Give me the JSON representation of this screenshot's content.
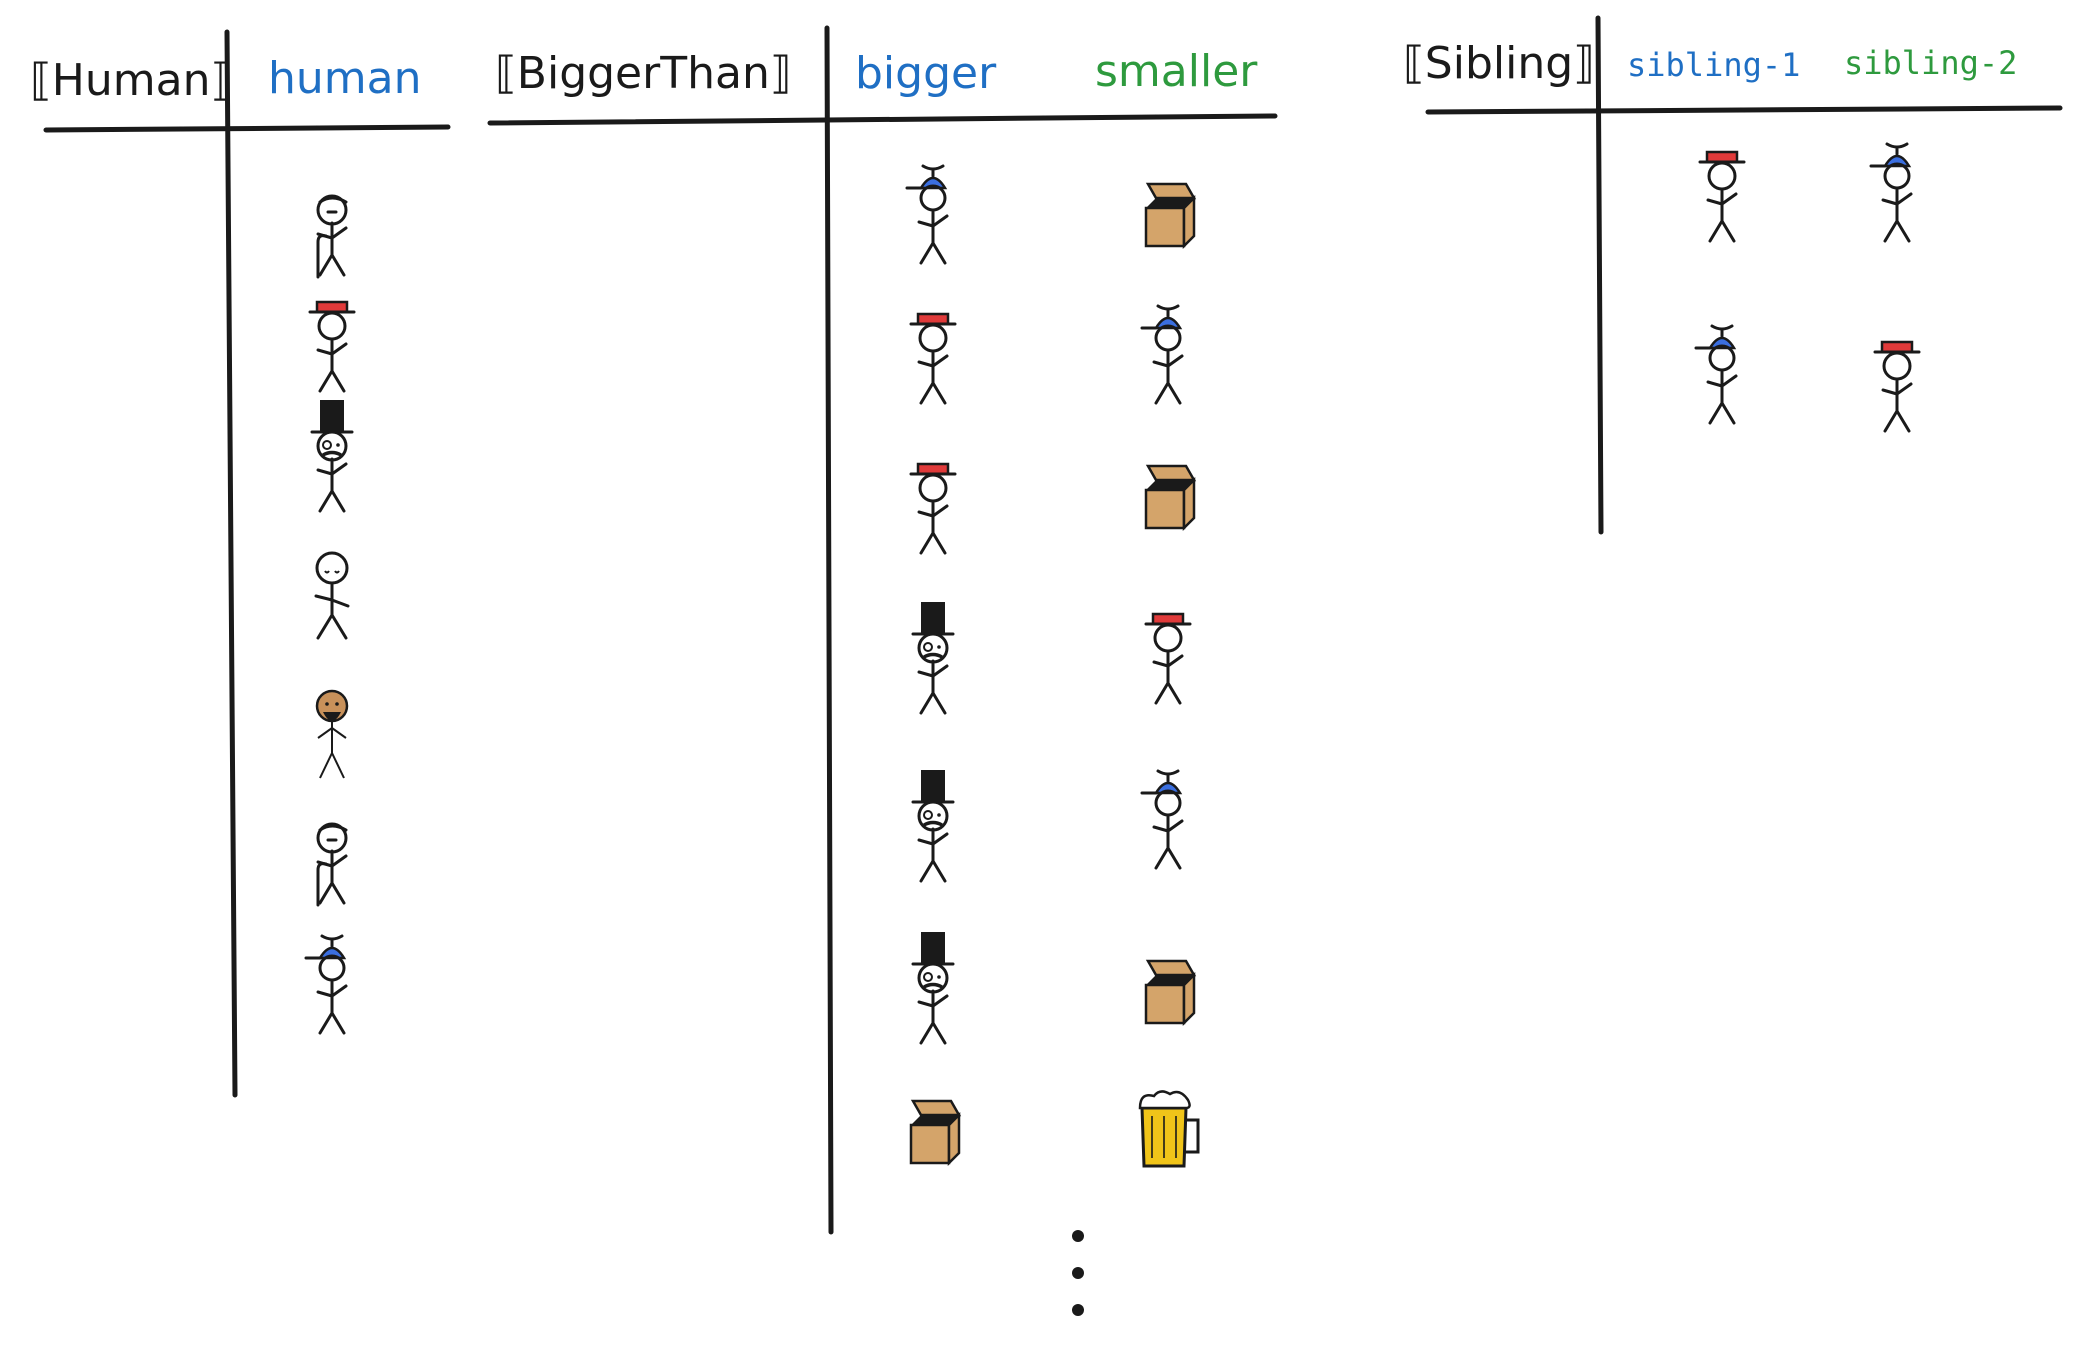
{
  "colors": {
    "ink": "#1a1a1a",
    "blue": "#1f6fc4",
    "green": "#2e9a3e",
    "hat_red": "#e03a3a",
    "cap_blue": "#3b6fe0",
    "box_tan": "#d4a46a",
    "skin_tan": "#c8915a",
    "beer_yellow": "#f0c419"
  },
  "tables": {
    "human": {
      "relation": "⟦Human⟧",
      "columns": [
        "human"
      ],
      "rows": [
        [
          "old-man-cane-icon"
        ],
        [
          "red-hat-person-icon"
        ],
        [
          "top-hat-gentleman-icon"
        ],
        [
          "bald-person-icon"
        ],
        [
          "bearded-tan-person-icon"
        ],
        [
          "old-man-cane-icon"
        ],
        [
          "propeller-cap-kid-icon"
        ]
      ]
    },
    "bigger_than": {
      "relation": "⟦BiggerThan⟧",
      "columns": [
        "bigger",
        "smaller"
      ],
      "rows": [
        [
          "propeller-cap-kid-icon",
          "box-icon"
        ],
        [
          "red-hat-person-icon",
          "propeller-cap-kid-icon"
        ],
        [
          "red-hat-person-icon",
          "box-icon"
        ],
        [
          "top-hat-gentleman-icon",
          "red-hat-person-icon"
        ],
        [
          "top-hat-gentleman-icon",
          "propeller-cap-kid-icon"
        ],
        [
          "top-hat-gentleman-icon",
          "box-icon"
        ],
        [
          "box-icon",
          "beer-mug-icon"
        ]
      ],
      "continuation": "⋮"
    },
    "sibling": {
      "relation": "⟦Sibling⟧",
      "columns": [
        "sibling-1",
        "sibling-2"
      ],
      "rows": [
        [
          "red-hat-person-icon",
          "propeller-cap-kid-icon"
        ],
        [
          "propeller-cap-kid-icon",
          "red-hat-person-icon"
        ]
      ]
    }
  }
}
